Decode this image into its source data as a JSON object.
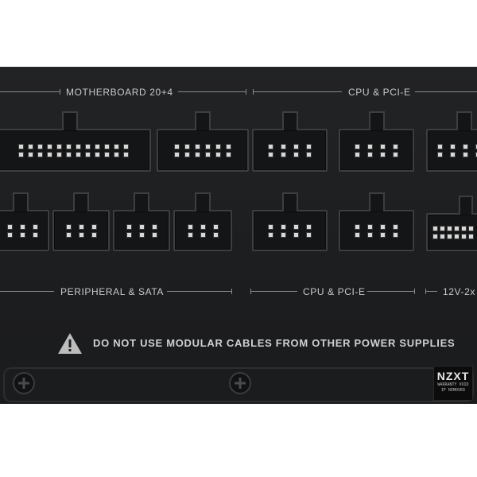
{
  "labels": {
    "motherboard": "MOTHERBOARD 20+4",
    "cpu_pcie_top": "CPU & PCI-E",
    "peripheral": "PERIPHERAL & SATA",
    "cpu_pcie_bottom": "CPU & PCI-E",
    "twelve_v": "12V-2x"
  },
  "warning": "DO NOT USE MODULAR CABLES FROM OTHER POWER SUPPLIES",
  "badge": {
    "logo": "NZXT",
    "line1": "WARRANTY VOID",
    "line2": "IF REMOVED"
  },
  "icons": {
    "warning": "warning-triangle-icon",
    "screw": "screw-icon"
  },
  "colors": {
    "panel": "#1d1e20",
    "label": "#c9c9c9",
    "pin": "#d8d8d8"
  }
}
